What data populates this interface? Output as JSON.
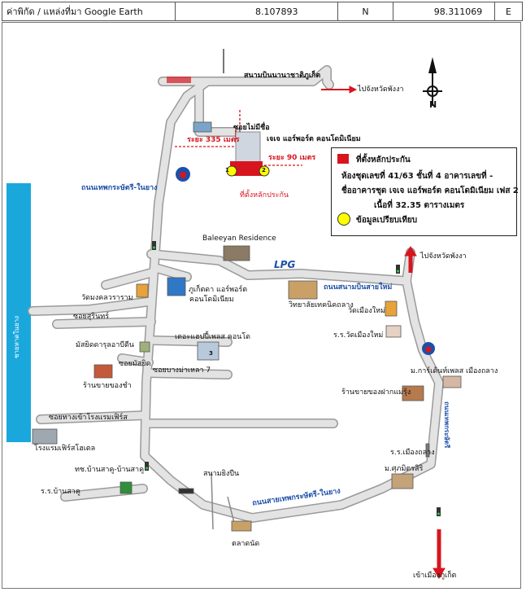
{
  "header": {
    "source": "ค่าพิกัด / แหล่งที่มา Google Earth",
    "lat": "8.107893",
    "lat_dir": "N",
    "lon": "98.311069",
    "lon_dir": "E"
  },
  "north_label": "N",
  "legend": {
    "title": "ที่ตั้งหลักประกัน",
    "line1": "ห้องชุดเลขที่ 41/63 ชั้นที่ 4 อาคารเลขที่ -",
    "line2": "ชื่ออาคารชุด เจเจ แอร์พอร์ต คอนโดมิเนียม เฟส 2",
    "line3": "เนื้อที่ 32.35 ตารางเมตร",
    "compare": "ข้อมูลเปรียบเทียบ",
    "red": "#d7151f",
    "yellow": "#ffff00"
  },
  "labels": {
    "airport": "สนามบินนานาชาติภูเก็ต",
    "to_phangnga_top": "ไปจังหวัดพังงา",
    "soi_nameless": "ซอยไม่มีชื่อ",
    "jj_airport": "เจเจ แอร์พอร์ต คอนโดมิเนียม",
    "dist_335": "ระยะ 335 เมตร",
    "dist_90": "ระยะ 90 เมตร",
    "collateral": "ที่ตั้งหลักประกัน",
    "thep_road_top": "ถนนเทพกระษัตรี-ในยาง",
    "baleeyan": "Baleeyan Residence",
    "lpg": "LPG",
    "to_phangnga_right": "ไปจังหวัดพังงา",
    "airport_rd_new": "ถนนสนามบินสายใหม่",
    "tech_college": "วิทยาลัยเทคนิคถลาง",
    "wat_muang_mai": "วัดเมืองใหม่",
    "school_muang_mai": "ร.ร.วัดเมืองใหม่",
    "wat_mongkol": "วัดมงคลวราราม",
    "soi_surin": "ซอยสุรินทร์",
    "puketta": "ภูเก็ตดา แอร์พอร์ต",
    "condo": "คอนโดมิเนียม",
    "mosque": "มัสยิดดารุลอาบีดีน",
    "soi_masjid": "ซอยมัสยิด",
    "rice_shop": "ร้านขายของชำ",
    "the_happy": "เดอะแฮปปี้เพลส คอนโด",
    "soi_bang_ma_phrao": "ซอยบางม่าเหลา 7",
    "tara_place": "ม.การ์เด้นท์เพลส เมืองถลาง",
    "grocery": "ร้านขายของฝากแม่รุ้ง",
    "soi_hotel": "ซอยทางเข้าโรงแรมเฟิร์ส",
    "hotel": "โรงแรมเฟิร์สโฮเตล",
    "naiyang_beach": "ชายหาดในยาง",
    "road_ban_sakoo": "ทช.บ้านสาคู-บ้านสาคู",
    "school_ban_sakoo": "ร.ร.บ้านสาคู",
    "shooting": "สนามยิงปืน",
    "school_muang_thalang": "ร.ร.เมืองถลาง",
    "supamitr": "ม.ศุภมิตรสิริ",
    "thep_road_bottom": "ถนนสายเทพกระษัตรี-ในยาง",
    "thep_road_vertical": "ถนนเทพกระษัตรี",
    "market": "ตลาดนัด",
    "to_phuket": "เข้าเมืองภูเก็ต",
    "marker_1": "1",
    "marker_2": "2",
    "marker_3": "3"
  },
  "colors": {
    "road": "#d9d9d9",
    "road_edge": "#9a9a9a",
    "sea": "#1aa8dc",
    "red": "#d7151f",
    "blue_text": "#1e4fa8"
  }
}
